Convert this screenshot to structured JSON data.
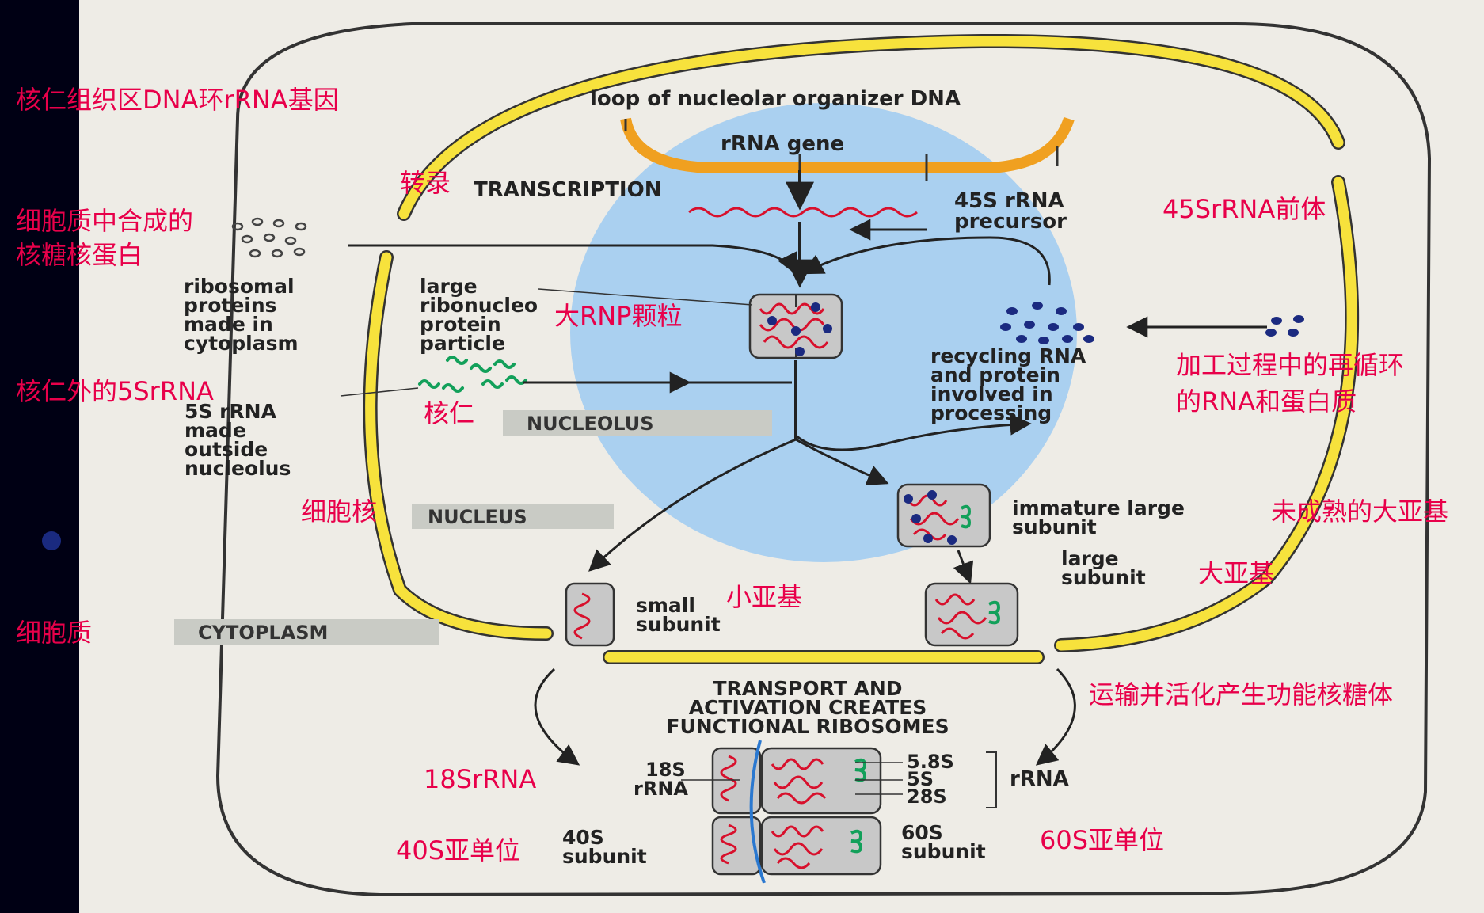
{
  "labels": {
    "loop_dna": "loop of nucleolar organizer DNA",
    "rrna_gene": "rRNA gene",
    "transcription": "TRANSCRIPTION",
    "precursor_45s_l1": "45S rRNA",
    "precursor_45s_l2": "precursor",
    "ribosomal_proteins": [
      "ribosomal",
      "proteins",
      "made in",
      "cytoplasm"
    ],
    "large_rnp": [
      "large",
      "ribonucleo",
      "protein",
      "particle"
    ],
    "recycling": [
      "recycling RNA",
      "and protein",
      "involved in",
      "processing"
    ],
    "rrna_5s": [
      "5S rRNA",
      "made",
      "outside",
      "nucleolus"
    ],
    "nucleolus": "NUCLEOLUS",
    "nucleus": "NUCLEUS",
    "cytoplasm": "CYTOPLASM",
    "immature_large": [
      "immature large",
      "subunit"
    ],
    "large_subunit": [
      "large",
      "subunit"
    ],
    "small_subunit": [
      "small",
      "subunit"
    ],
    "transport": [
      "TRANSPORT AND",
      "ACTIVATION CREATES",
      "FUNCTIONAL RIBOSOMES"
    ],
    "rrna_18s": [
      "18S",
      "rRNA"
    ],
    "rrna_58s": "5.8S",
    "rrna_5s_short": "5S",
    "rrna_28s": "28S",
    "rrna": "rRNA",
    "subunit_40s": [
      "40S",
      "subunit"
    ],
    "subunit_60s": [
      "60S",
      "subunit"
    ]
  },
  "annotations_cn": {
    "dna_loop": "核仁组织区DNA环rRNA基因",
    "transcription": "转录",
    "precursor": "45SrRNA前体",
    "proteins": [
      "细胞质中合成的",
      "核糖核蛋白"
    ],
    "large_rnp": "大RNP颗粒",
    "recycling": [
      "加工过程中的再循环",
      "的RNA和蛋白质"
    ],
    "outside_5s": "核仁外的5SrRNA",
    "nucleolus": "核仁",
    "nucleus": "细胞核",
    "immature": "未成熟的大亚基",
    "large_subunit": "大亚基",
    "small_subunit": "小亚基",
    "cytoplasm": "细胞质",
    "transport": "运输并活化产生功能核糖体",
    "rrna_18s": "18SrRNA",
    "s40": "40S亚单位",
    "s60": "60S亚单位"
  },
  "colors": {
    "slide_bg": "#0a0a3a",
    "paper": "#eeece6",
    "nucleolus": "#aad0f0",
    "membrane": "#f7e23c",
    "rna": "#d8102c",
    "protein_dot": "#1b2a80",
    "rrna_5s": "#12a05a",
    "annotation": "#e8004a"
  }
}
